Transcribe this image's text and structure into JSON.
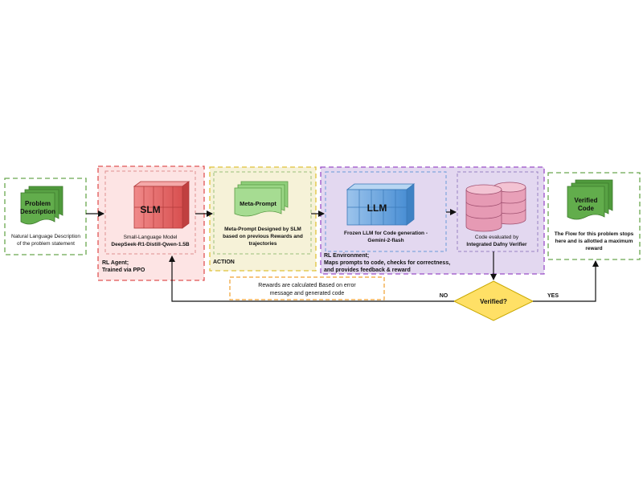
{
  "problem": {
    "doc_label_line1": "Problem",
    "doc_label_line2": "Description",
    "caption_line1": "Natural Language Description",
    "caption_line2": "of the problem statement"
  },
  "slm": {
    "block_label": "SLM",
    "caption_line1": "Small-Language Model",
    "caption_line2": "DeepSeek-R1-Distill-Qwen-1.5B",
    "group_line1": "RL Agent;",
    "group_line2": "Trained via PPO"
  },
  "meta": {
    "doc_label": "Meta-Prompt",
    "caption_line1": "Meta-Prompt Designed by SLM",
    "caption_line2": "based on previous Rewards and",
    "caption_line3": "trajectories",
    "group_label": "ACTION"
  },
  "llm": {
    "block_label": "LLM",
    "caption_line1": "Frozen LLM for Code generation -",
    "caption_line2": "Gemini-2-flash"
  },
  "dafny": {
    "caption_line1": "Code evaluated by",
    "caption_line2": "Integrated Dafny Verifier"
  },
  "env": {
    "group_line1": "RL Environment;",
    "group_line2": "Maps prompts to code, checks for correctness,",
    "group_line3": "and provides feedback & reward"
  },
  "verified": {
    "doc_label_line1": "Verified",
    "doc_label_line2": "Code",
    "caption_line1": "The Flow for this problem stops",
    "caption_line2": "here and is allotted a maximum",
    "caption_line3": "reward"
  },
  "decision": {
    "label": "Verified?",
    "no_label": "NO",
    "yes_label": "YES"
  },
  "reward_note": {
    "line1": "Rewards are calculated Based on error",
    "line2": "message and generated code"
  },
  "colors": {
    "green_doc": "#5fa848",
    "green_doc_edge": "#3d7a2c",
    "red_block": "#e06666",
    "blue_block": "#6fa8dc",
    "pink_db": "#e8a0b8",
    "yellow_diamond": "#ffe066",
    "agent_bg": "#fde4e4",
    "agent_border": "#e05555",
    "action_bg": "#f6f2d8",
    "action_border": "#e0c23a",
    "env_bg": "#e3d8f0",
    "env_border": "#9b4fc8",
    "green_dash": "#6aa84f",
    "orange_dash": "#f0a030"
  }
}
